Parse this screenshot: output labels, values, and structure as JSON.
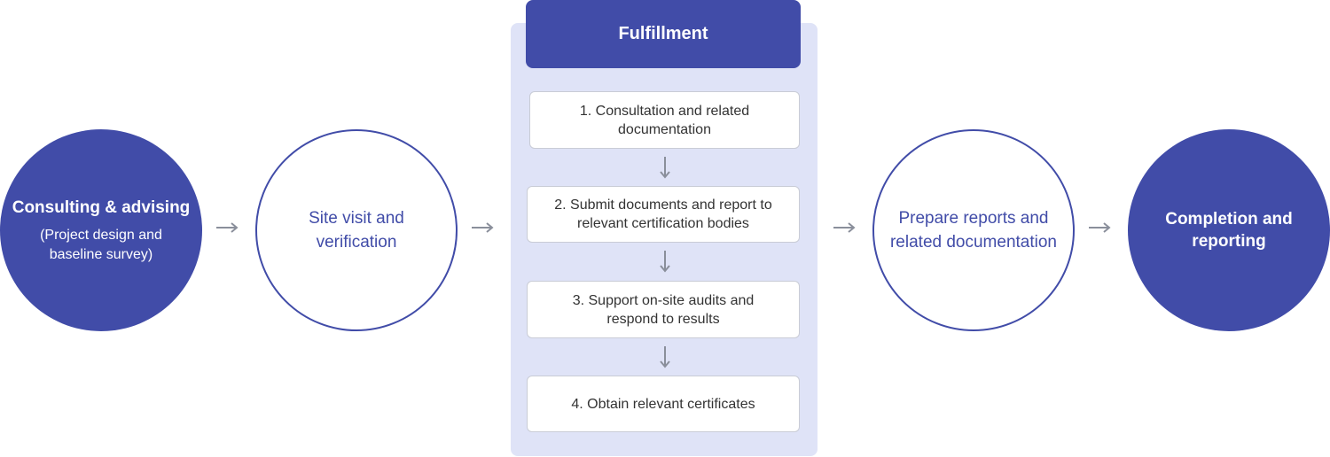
{
  "colors": {
    "primary": "#414ca8",
    "panel": "#dfe3f7",
    "arrow": "#8a8f9b"
  },
  "stage1": {
    "title": "Consulting & advising",
    "subtitle": "(Project design and\nbaseline survey)"
  },
  "stage2": {
    "title": "Site visit and\nverification"
  },
  "fulfillment": {
    "title": "Fulfillment",
    "steps": [
      "1. Consultation and related\ndocumentation",
      "2. Submit documents and report to\nrelevant certification bodies",
      "3. Support on-site audits and\nrespond to results",
      "4. Obtain relevant certificates"
    ]
  },
  "stage4": {
    "title": "Prepare reports and\nrelated documentation"
  },
  "stage5": {
    "title": "Completion and\nreporting"
  }
}
